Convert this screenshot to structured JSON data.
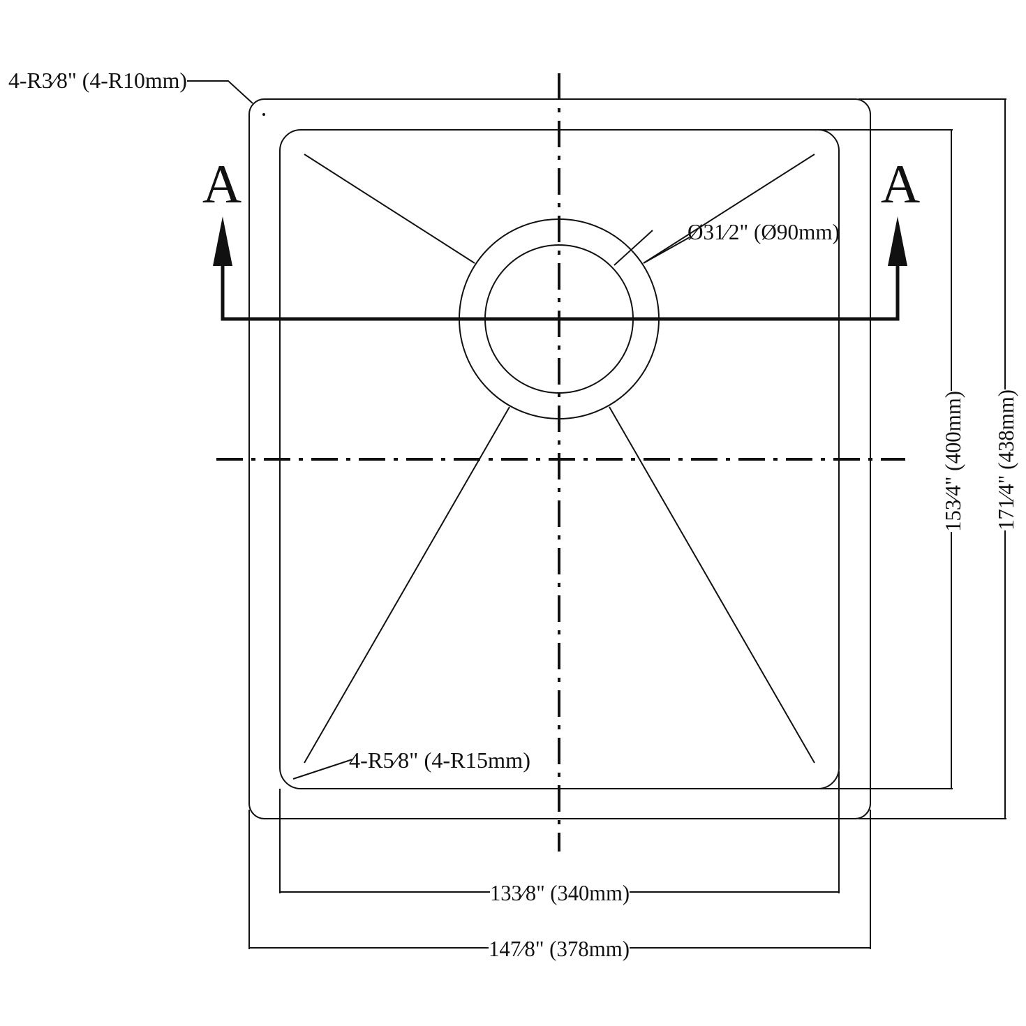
{
  "drawing": {
    "line_color": "#111111",
    "background": "#ffffff"
  },
  "annotations": {
    "outer_corner_radius": "4-R3⁄8\" (4-R10mm)",
    "drain_diameter": "Ø31⁄2\" (Ø90mm)",
    "inner_corner_radius": "4-R5⁄8\" (4-R15mm)",
    "section_left": "A",
    "section_right": "A"
  },
  "dimensions": {
    "inner_width": "133⁄8\" (340mm)",
    "outer_width": "147⁄8\" (378mm)",
    "inner_length": "153⁄4\" (400mm)",
    "outer_length": "171⁄4\" (438mm)"
  }
}
